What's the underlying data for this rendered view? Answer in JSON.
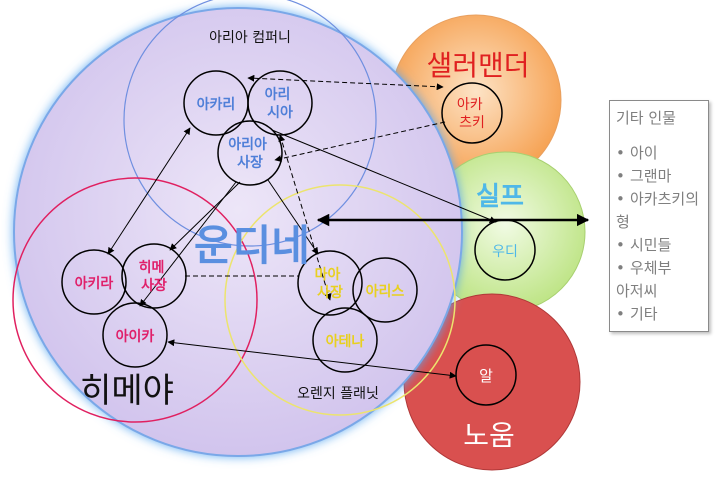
{
  "regions": {
    "ondine": "운디네",
    "aria_company": "아리아 컴퍼니",
    "himeya": "히메야",
    "orange_planet": "오렌지 플래닛",
    "salamander": "샐러맨더",
    "sylph": "실프",
    "gnome": "노움"
  },
  "characters": {
    "akari": "아카리",
    "alicia": [
      "아리",
      "시아"
    ],
    "aria_president": [
      "아리아",
      "사장"
    ],
    "akira": "아키라",
    "hime_president": [
      "히메",
      "사장"
    ],
    "aika": "아이카",
    "maa_president": [
      "마아",
      "사장"
    ],
    "alice": "아리스",
    "athena": "아테나",
    "akatsuki": [
      "아카",
      "츠키"
    ],
    "woody": "우디",
    "al": "알"
  },
  "legend": {
    "title": "기타 인물",
    "items": [
      "아이",
      "그랜마",
      "아카츠키의 형",
      "시민들",
      "우체부 아저씨",
      "기타"
    ]
  },
  "colors": {
    "ondine": "#d8cdef",
    "salamander": "#f7a14f",
    "sylph": "#c6e98e",
    "gnome": "#d9504f",
    "aria_ring": "#6f8fe0",
    "himeya_ring": "#e02060",
    "orange_ring": "#e8e070",
    "salamander_text": "#e02020",
    "sylph_text": "#4fb8e8",
    "aria_member_text": "#4f7fd8",
    "himeya_member_text": "#e0206a",
    "orange_member_text": "#e8d020"
  }
}
